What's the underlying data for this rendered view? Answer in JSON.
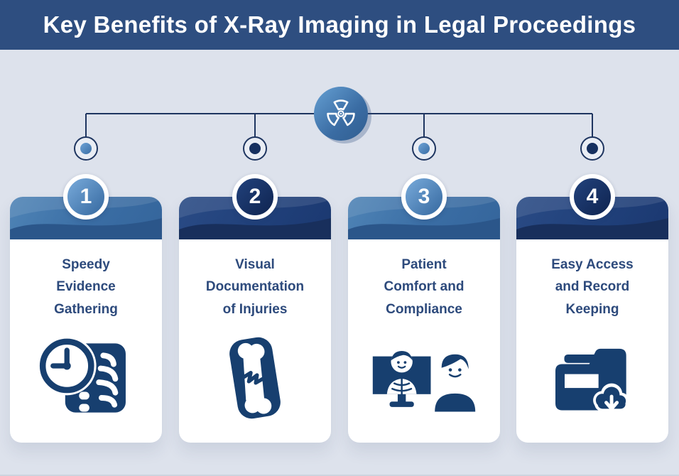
{
  "header": {
    "title": "Key Benefits of X-Ray Imaging in Legal Proceedings"
  },
  "hub": {
    "icon": "radiation-trefoil-icon"
  },
  "cards": [
    {
      "number": "1",
      "title": "Speedy\nEvidence\nGathering",
      "icon": "clock-xray-film-icon",
      "theme": "light-blue"
    },
    {
      "number": "2",
      "title": "Visual\nDocumentation\nof Injuries",
      "icon": "fractured-bone-xray-icon",
      "theme": "dark-navy"
    },
    {
      "number": "3",
      "title": "Patient\nComfort and\nCompliance",
      "icon": "patient-and-xray-monitor-icon",
      "theme": "light-blue"
    },
    {
      "number": "4",
      "title": "Easy Access\nand Record\nKeeping",
      "icon": "records-folder-cloud-icon",
      "theme": "dark-navy"
    }
  ],
  "colors": {
    "header_bar": "#2e4e80",
    "background": "#dde2ec",
    "card_background": "#ffffff",
    "header_text": "#ffffff",
    "card_text": "#2d4a7c",
    "icon_navy": "#173f6f",
    "light_blue_accent": "#4f84b6",
    "dark_navy_accent": "#20407a",
    "connector_line": "#1e3560"
  }
}
